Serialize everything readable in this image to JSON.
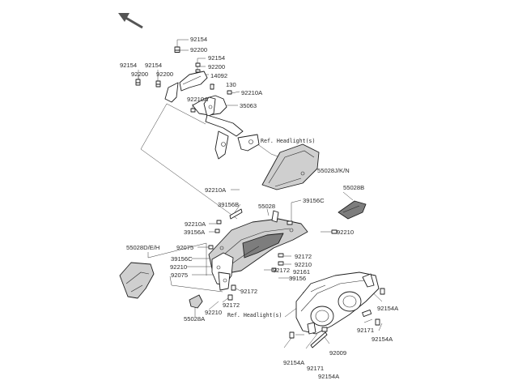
{
  "diagram": {
    "colors": {
      "ink": "#1e1e1e",
      "panel_fill": "#cfcfcf",
      "dark_fill": "#7d7d7d",
      "background": "#ffffff"
    },
    "labels": [
      {
        "id": "92154-top",
        "text": "92154"
      },
      {
        "id": "92200-top",
        "text": "92200"
      },
      {
        "id": "92154-mid",
        "text": "92154"
      },
      {
        "id": "92200-mid",
        "text": "92200"
      },
      {
        "id": "14092",
        "text": "14092"
      },
      {
        "id": "92154-l1",
        "text": "92154"
      },
      {
        "id": "92200-l1",
        "text": "92200"
      },
      {
        "id": "92154-l2",
        "text": "92154"
      },
      {
        "id": "92200-l2",
        "text": "92200"
      },
      {
        "id": "130",
        "text": "130"
      },
      {
        "id": "92210A-r",
        "text": "92210A"
      },
      {
        "id": "92210A-l",
        "text": "92210A"
      },
      {
        "id": "35063",
        "text": "35063"
      },
      {
        "id": "ref-headlight-1",
        "text": "Ref. Headlight(s)"
      },
      {
        "id": "55028JKN",
        "text": "55028J/K/N"
      },
      {
        "id": "92210A-c",
        "text": "92210A"
      },
      {
        "id": "39156B",
        "text": "39156B"
      },
      {
        "id": "55028",
        "text": "55028"
      },
      {
        "id": "39156C-r",
        "text": "39156C"
      },
      {
        "id": "55028B",
        "text": "55028B"
      },
      {
        "id": "92210A-b",
        "text": "92210A"
      },
      {
        "id": "39156A",
        "text": "39156A"
      },
      {
        "id": "92210-r",
        "text": "92210"
      },
      {
        "id": "55028DEH",
        "text": "55028D/E/H"
      },
      {
        "id": "92075-1",
        "text": "92075"
      },
      {
        "id": "39156C-l",
        "text": "39156C"
      },
      {
        "id": "92210-l",
        "text": "92210"
      },
      {
        "id": "92075-2",
        "text": "92075"
      },
      {
        "id": "92172-r",
        "text": "92172"
      },
      {
        "id": "92210-c",
        "text": "92210"
      },
      {
        "id": "92172-c",
        "text": "92172"
      },
      {
        "id": "92161",
        "text": "92161"
      },
      {
        "id": "39156",
        "text": "39156"
      },
      {
        "id": "92172-b1",
        "text": "92172"
      },
      {
        "id": "92172-b2",
        "text": "92172"
      },
      {
        "id": "92210-b",
        "text": "92210"
      },
      {
        "id": "55028A",
        "text": "55028A"
      },
      {
        "id": "ref-headlight-2",
        "text": "Ref. Headlight(s)"
      },
      {
        "id": "92154A-r",
        "text": "92154A"
      },
      {
        "id": "92171-r",
        "text": "92171"
      },
      {
        "id": "92154A-r2",
        "text": "92154A"
      },
      {
        "id": "92009",
        "text": "92009"
      },
      {
        "id": "92154A-b",
        "text": "92154A"
      },
      {
        "id": "92171-b",
        "text": "92171"
      },
      {
        "id": "92154A-b2",
        "text": "92154A"
      }
    ]
  }
}
